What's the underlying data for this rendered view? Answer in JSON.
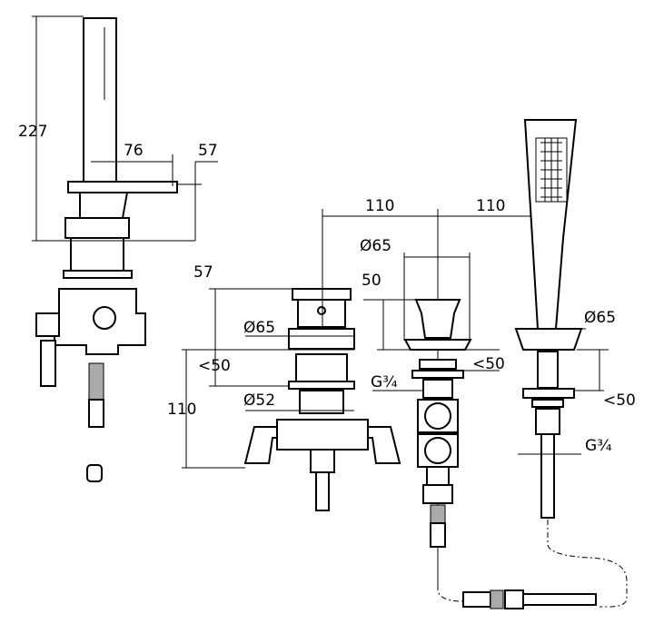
{
  "dimensions": {
    "handshower_height": "227",
    "spout_projection": "76",
    "spout_height": "57",
    "spacing_left": "110",
    "spacing_right": "110",
    "handle_diameter": "Ø65",
    "handle_height": "50",
    "diverter_height": "57",
    "diverter_diameter": "Ø65",
    "diverter_deck_thickness": "<50",
    "diverter_body_height": "110",
    "diverter_hole_diameter": "Ø52",
    "handle_thread": "G¾",
    "handle_deck_thickness": "<50",
    "holder_diameter": "Ø65",
    "holder_deck_thickness": "<50",
    "holder_thread": "G¾"
  }
}
